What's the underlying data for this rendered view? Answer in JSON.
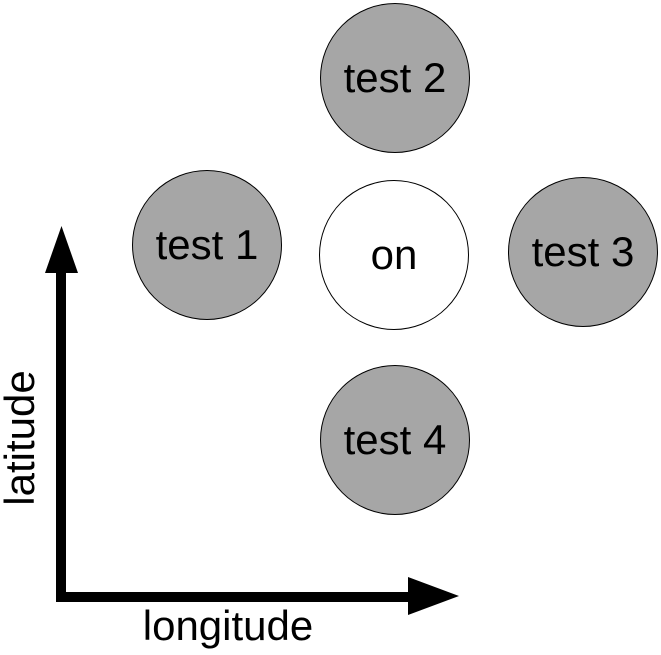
{
  "diagram": {
    "title": "",
    "nodes": [
      {
        "id": "test1",
        "label": "test 1",
        "fill": "#a6a6a6",
        "position": "left"
      },
      {
        "id": "test2",
        "label": "test 2",
        "fill": "#a6a6a6",
        "position": "top"
      },
      {
        "id": "on",
        "label": "on",
        "fill": "#ffffff",
        "position": "center"
      },
      {
        "id": "test3",
        "label": "test 3",
        "fill": "#a6a6a6",
        "position": "right"
      },
      {
        "id": "test4",
        "label": "test 4",
        "fill": "#a6a6a6",
        "position": "bottom"
      }
    ],
    "axes": {
      "x_label": "longitude",
      "y_label": "latitude"
    },
    "colors": {
      "node_gray_fill": "#a6a6a6",
      "node_white_fill": "#ffffff",
      "stroke": "#000000",
      "background": "#ffffff"
    }
  }
}
